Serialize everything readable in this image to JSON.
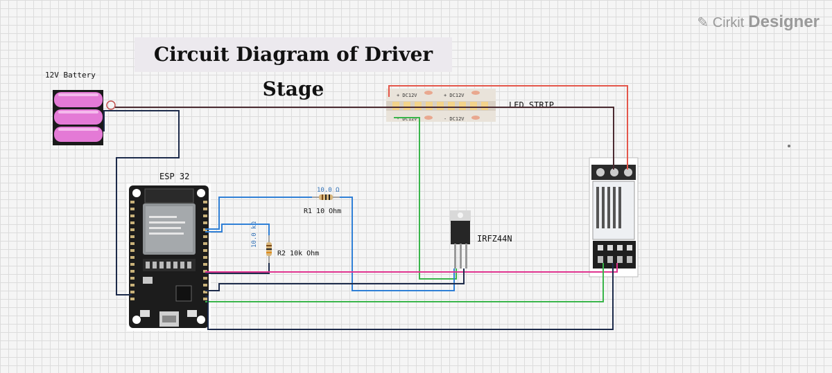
{
  "title": "Circuit Diagram of Driver Stage",
  "brand": {
    "name": "Cirkit",
    "product": "Designer"
  },
  "components": {
    "battery": {
      "label": "12V Battery"
    },
    "esp32": {
      "label": "ESP 32"
    },
    "r1": {
      "label": "R1 10 Ohm",
      "value_text": "10.0 Ω"
    },
    "r2": {
      "label": "R2 10k Ohm",
      "value_text": "10.0 kΩ"
    },
    "mosfet": {
      "label": "IRFZ44N"
    },
    "led_strip": {
      "label": "LED STRIP",
      "marking_top": "+ DC12V",
      "marking_bottom": "- DC12V"
    }
  },
  "wire_colors": {
    "power": "#e4564a",
    "ground": "#1c2a4a",
    "dark": "#3a2a2a",
    "signal_blue": "#2f7fd6",
    "signal_green": "#39b54a",
    "signal_pink": "#e0338f"
  }
}
